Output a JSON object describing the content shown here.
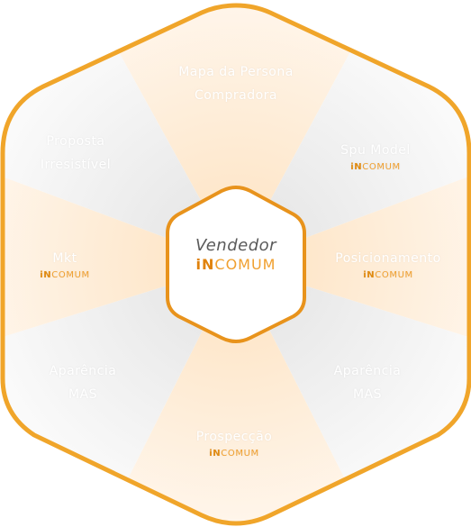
{
  "colors": {
    "outline": "#f0a52a",
    "outline_dark": "#e08a16",
    "orange_fill": "#fdecd6",
    "gray_fill": "#ececec"
  },
  "center": {
    "title": "Vendedor",
    "brand_prefix": "iN",
    "brand_suffix": "COMUM"
  },
  "segments": [
    {
      "id": "mapa",
      "lines": [
        "Mapa da Persona",
        "Compradora"
      ],
      "brand": null
    },
    {
      "id": "spu",
      "lines": [
        "Spu Model"
      ],
      "brand": {
        "prefix": "iN",
        "suffix": "COMUM"
      }
    },
    {
      "id": "posicionamento",
      "lines": [
        "Posicionamento"
      ],
      "brand": {
        "prefix": "iN",
        "suffix": "COMUM"
      }
    },
    {
      "id": "aparencia-right",
      "lines": [
        "Aparência",
        "MAS"
      ],
      "brand": null
    },
    {
      "id": "prospeccao",
      "lines": [
        "Prospecção"
      ],
      "brand": {
        "prefix": "iN",
        "suffix": "COMUM"
      }
    },
    {
      "id": "aparencia-left",
      "lines": [
        "Aparência",
        "MAS"
      ],
      "brand": null
    },
    {
      "id": "mkt",
      "lines": [
        "Mkt"
      ],
      "brand": {
        "prefix": "iN",
        "suffix": "COMUM"
      }
    },
    {
      "id": "proposta",
      "lines": [
        "Proposta",
        "Irresistível"
      ],
      "brand": null
    }
  ]
}
